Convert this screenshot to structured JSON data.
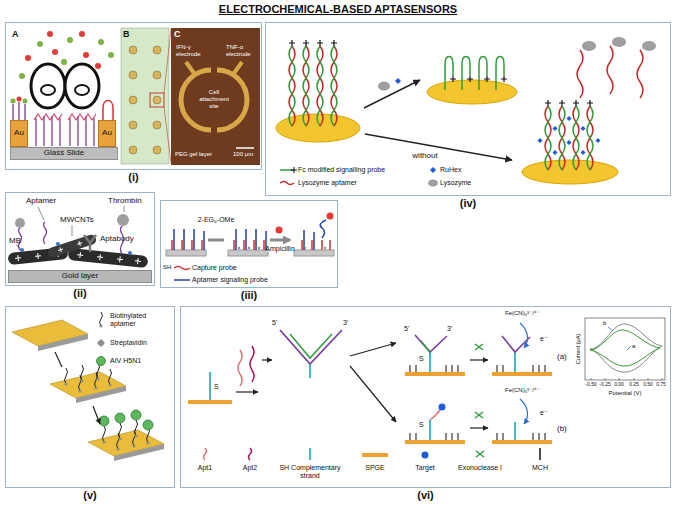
{
  "diagram": {
    "title": "ELECTROCHEMICAL-BASED APTASENSORS",
    "nodes": [
      {
        "text": [
          "(i)"
        ]
      },
      {
        "text": [
          "Au"
        ],
        "in": 0
      },
      {
        "text": [
          "Au"
        ],
        "in": 0
      },
      {
        "text": [
          "Glass Slide"
        ],
        "in": 0
      },
      {
        "text": [
          "(iv)"
        ]
      },
      {
        "text": [
          "(ii)"
        ]
      },
      {
        "text": [
          "Gold layer"
        ],
        "in": 5
      },
      {
        "text": [
          "(iii)"
        ]
      },
      {
        "text": [
          "(v)"
        ]
      },
      {
        "text": [
          "(vi)"
        ]
      }
    ],
    "labels": [
      "A",
      "B",
      "C",
      "IFN-γ electrode",
      "TNF-α electrode",
      "Cell attachment site",
      "PEG gel layer",
      "100 μm",
      "without",
      "MB",
      "Aptamer",
      "MWCNTs",
      "Thrombin",
      "Aptabody",
      "2-EG₆-OMe",
      "Ampicillin",
      "SH",
      "S",
      "5'",
      "3'",
      "S",
      "5'",
      "3'",
      "S",
      "Fe(CN)₆³⁻/⁴⁻",
      "e⁻",
      "(a)",
      "Fe(CN)₆³⁻/⁴⁻",
      "e⁻",
      "(b)",
      "Current (μA)",
      "Potential (V)",
      "-0.50",
      "-0.25",
      "0.00",
      "0.25",
      "0.50",
      "0.75",
      "a",
      "b"
    ],
    "legend": [
      {
        "text": "Fc modified signalling probe"
      },
      {
        "text": "RuHex"
      },
      {
        "text": "Lysozyme aptamer"
      },
      {
        "text": "Lysozyme"
      },
      {
        "text": "Capture probe"
      },
      {
        "text": "Aptamer signaling probe"
      },
      {
        "text": "Biotinylated aptamer"
      },
      {
        "text": "Streptavidin"
      },
      {
        "text": "AIV H5N1"
      },
      {
        "text": "Apt1"
      },
      {
        "text": "Apt2"
      },
      {
        "text": "SH Complementary strand"
      },
      {
        "text": "SPGE"
      },
      {
        "text": "Target"
      },
      {
        "text": "Exonuclease I"
      },
      {
        "text": "MCH"
      }
    ]
  }
}
